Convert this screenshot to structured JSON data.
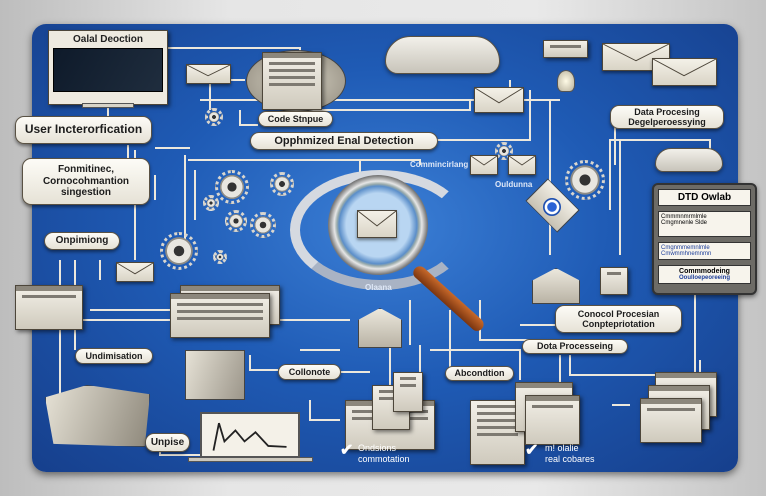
{
  "labels": {
    "monitor_title": "Oalal Deoction",
    "user_interaction": "User Incterorfication",
    "formatting_1": "Fonmitinec,",
    "formatting_2": "Cornocohmantion",
    "formatting_3": "singestion",
    "optimizing": "Onpimiong",
    "code_snippets": "Code Stnpue",
    "optimized_email_detection": "Opphmized Enal Detection",
    "data_processing_1": "Data Procesing",
    "data_processing_2": "Degelperoessying",
    "panel_title": "DTD Owlab",
    "panel_item_1": "Cmmmnmrmlmle",
    "panel_item_2": "Cmgmnenle Slde",
    "panel_item_3": "Cmgnmmemnlmle Cmwmmhnemnmn",
    "panel_item_4a": "Commmodeing",
    "panel_item_4b": "Ooulloepeoreeing",
    "control_processing_1": "Conocol Procesian",
    "control_processing_2": "Conptepriotation",
    "data_processing_small": "Dota Processeing",
    "undimisation": "Undimisation",
    "collonote": "Collonote",
    "abcondtion": "Abcondtion",
    "unpise": "Unpise",
    "lens_label": "Commincirlang",
    "outline_label": "Ouldunna",
    "olaana_label": "Olaana",
    "bottom_caption_1a": "Ondsions",
    "bottom_caption_1b": "commotation",
    "bottom_caption_2a": "m! olalie",
    "bottom_caption_2b": "real cobares"
  },
  "colors": {
    "panel": "#1f5bb5",
    "label_bg": "#f4f1e8",
    "accent": "#3b7fd6"
  }
}
